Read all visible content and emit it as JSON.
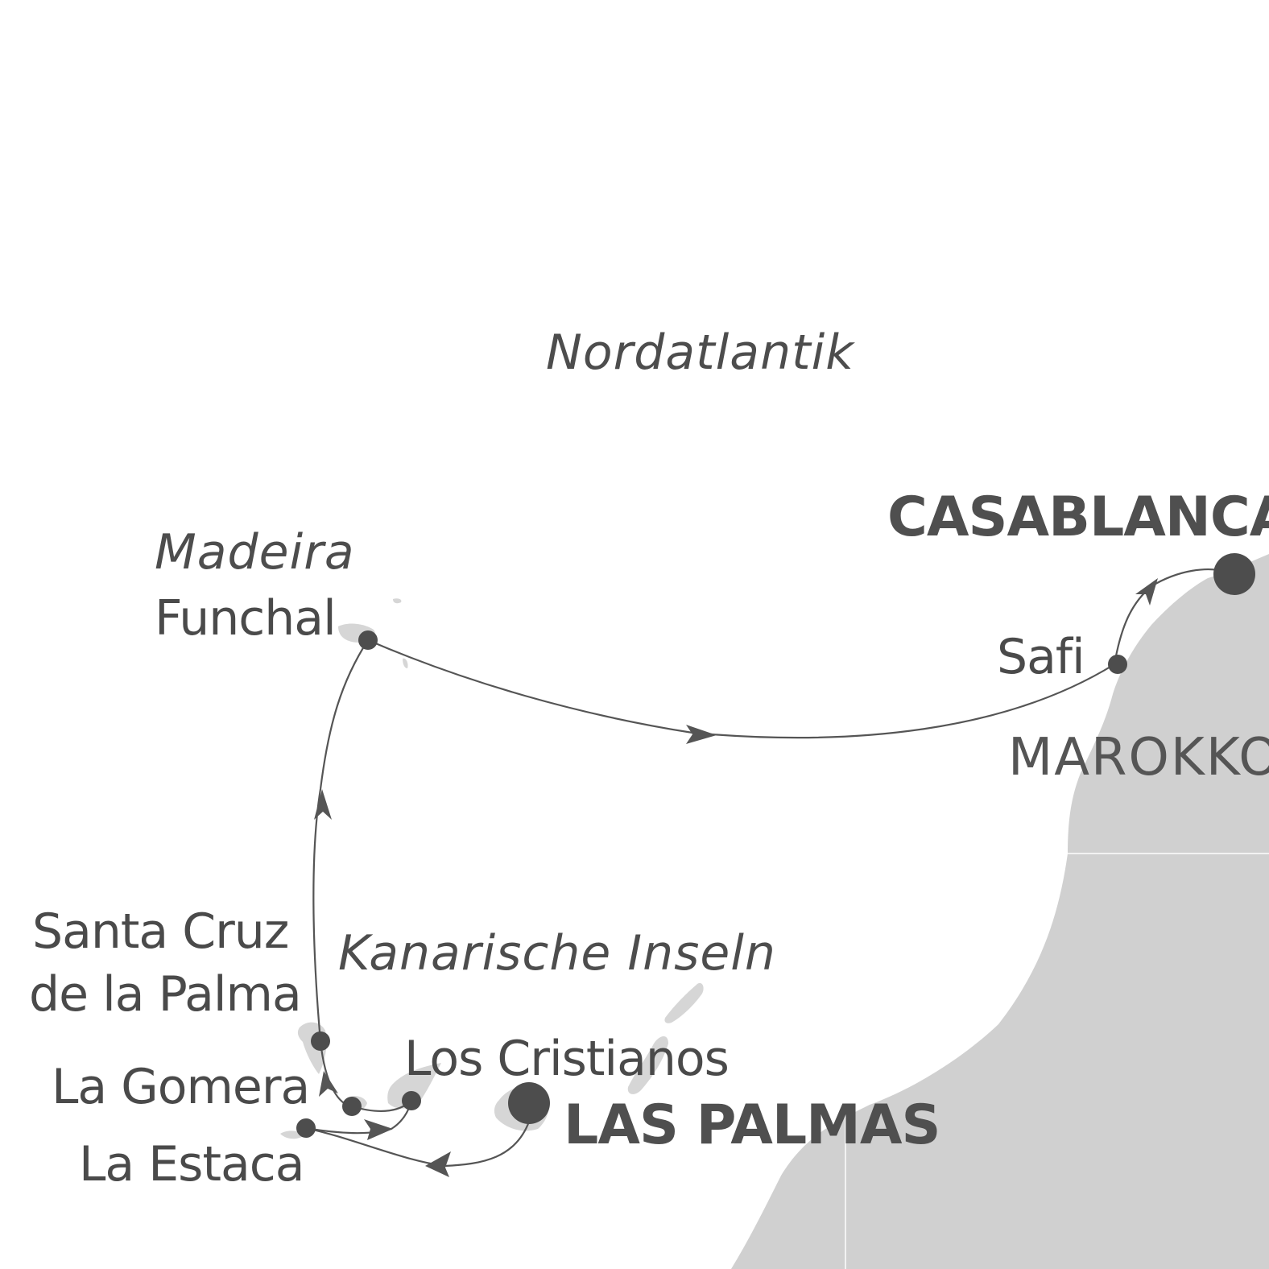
{
  "map": {
    "colors": {
      "land": "#d0d0d0",
      "route": "#555555",
      "stop": "#4d4d4d",
      "text": "#4a4a4a",
      "sea": "#ffffff"
    },
    "regions": {
      "ocean": "Nordatlantik",
      "madeira": "Madeira",
      "canaries": "Kanarische Inseln",
      "country": "MAROKKO"
    },
    "ports": {
      "casablanca": "CASABLANCA",
      "funchal": "Funchal",
      "safi": "Safi",
      "santa_cruz_line1": "Santa Cruz",
      "santa_cruz_line2": "de la Palma",
      "la_gomera": "La Gomera",
      "los_cristianos": "Los Cristianos",
      "las_palmas": "LAS PALMAS",
      "la_estaca": "La Estaca"
    }
  }
}
